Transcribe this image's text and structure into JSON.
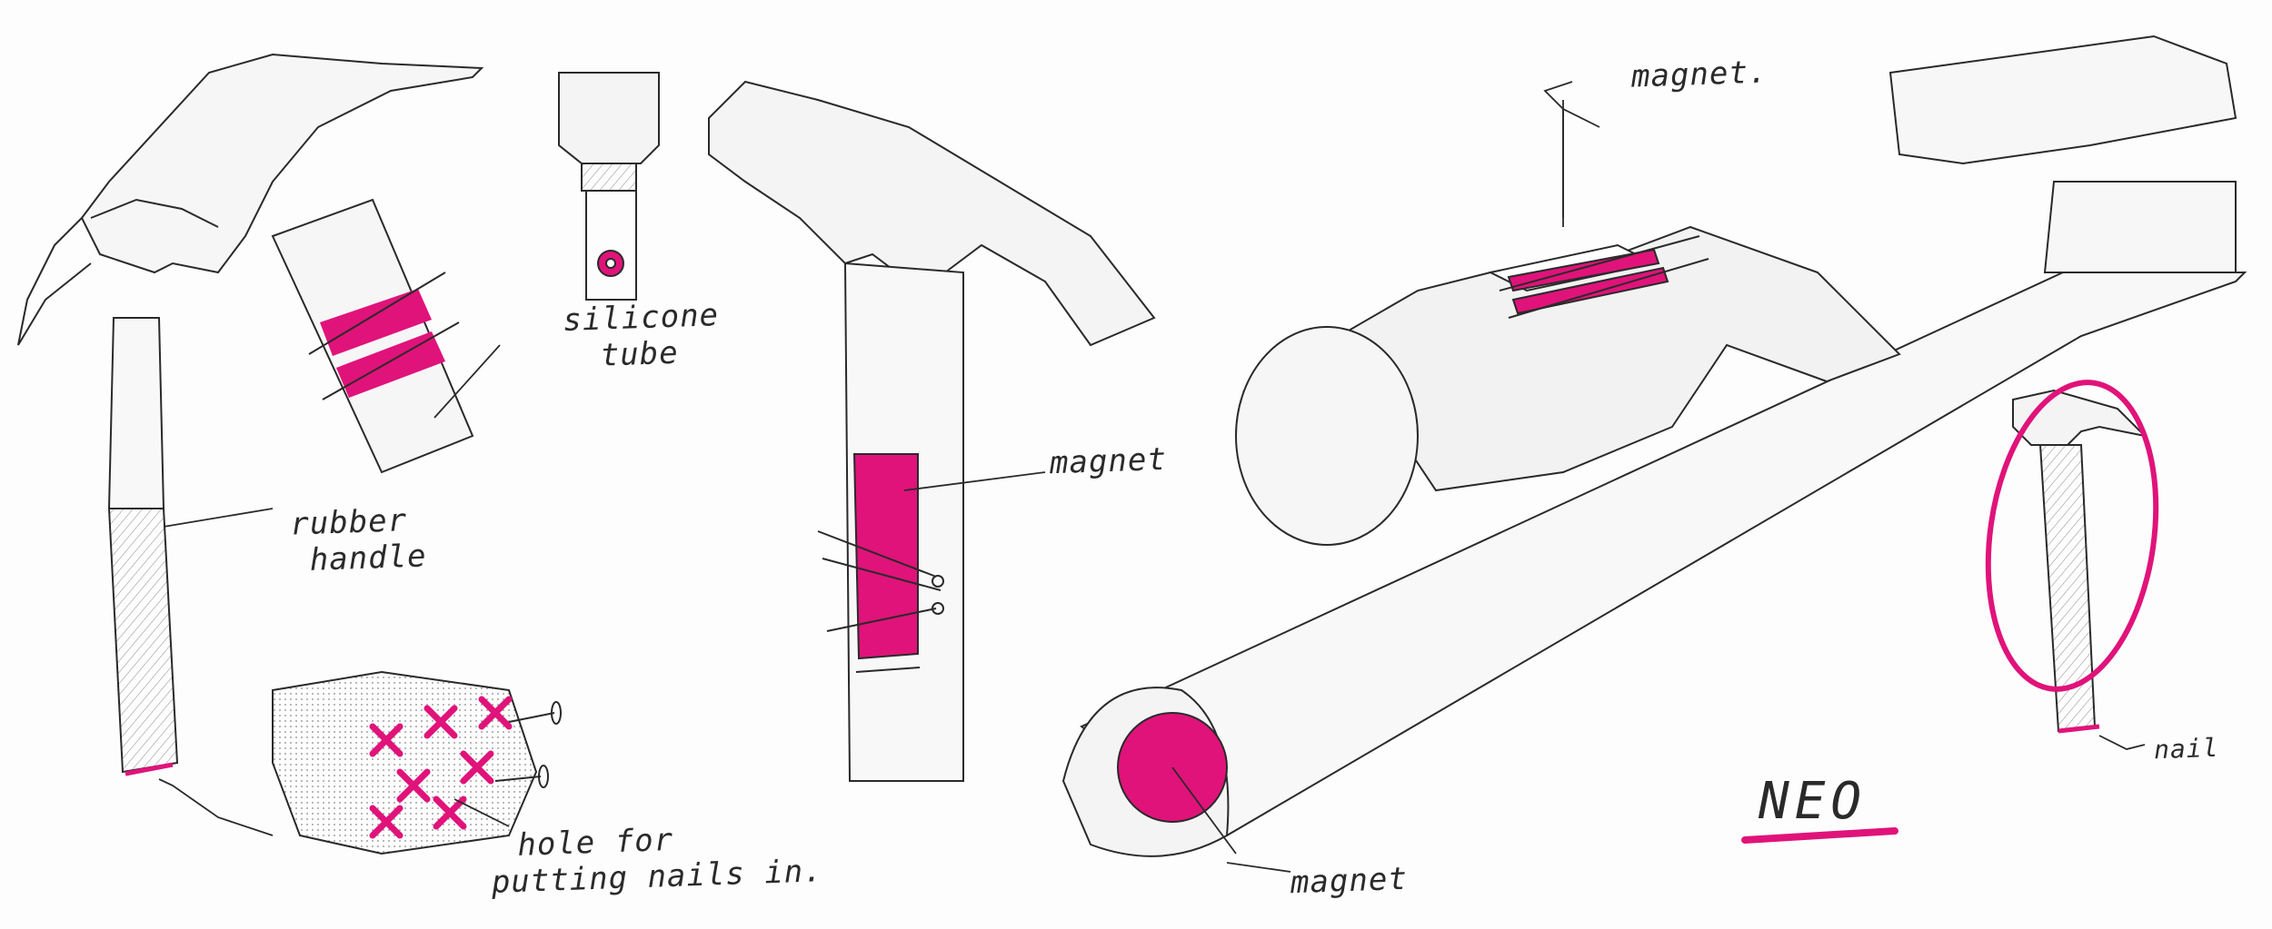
{
  "labels": {
    "silicone_tube": [
      "silicone",
      "tube"
    ],
    "rubber_handle": [
      "rubber",
      "handle"
    ],
    "hole_for_nails": [
      "hole for",
      "putting nails in."
    ],
    "magnet_side": "magnet",
    "magnet_top": "magnet.",
    "magnet_end": "magnet",
    "nail": "nail",
    "brand": "NEO"
  },
  "colors": {
    "accent": "#e0137a",
    "pencil": "#2a2a2a",
    "shade": "#9a9a9a",
    "paper": "#fdfdfd"
  }
}
